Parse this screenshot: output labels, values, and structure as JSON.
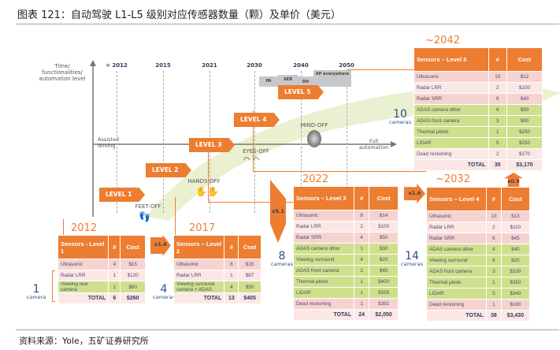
{
  "title": "图表 121：自动驾驶 L1-L5 级别对应传感器数量（颗）及单价（美元）",
  "source": "资料来源：Yole，五矿证券研究所",
  "axis": {
    "y_label": "Time/ functionalities/ automation level",
    "start": "Assisted driving",
    "end": "Full automation",
    "years": [
      "< 2012",
      "2015",
      "2021",
      "2030",
      "2040",
      "2050"
    ]
  },
  "levels": [
    "LEVEL 1",
    "LEVEL 2",
    "LEVEL 3",
    "LEVEL 4",
    "LEVEL 5"
  ],
  "features": [
    "PA",
    "AEB",
    "DH",
    "AP everywhere"
  ],
  "stages": {
    "feet": "FEET-OFF",
    "hands": "HANDS-OFF",
    "eyes": "EYES-OFF",
    "mind": "MIND-OFF"
  },
  "multipliers": [
    "x1.6",
    "x5.1",
    "x1.6",
    "x0.9"
  ],
  "cameras": [
    {
      "n": "1",
      "u": "camera"
    },
    {
      "n": "4",
      "u": "cameras"
    },
    {
      "n": "8",
      "u": "cameras"
    },
    {
      "n": "14",
      "u": "cameras"
    },
    {
      "n": "10",
      "u": "cameras"
    }
  ],
  "tables": [
    {
      "year": "2012",
      "header": [
        "Sensors - Level 1",
        "#",
        "Cost"
      ],
      "rows": [
        {
          "tone": "pink",
          "s": "Ultrasonic",
          "n": "4",
          "c": "$15"
        },
        {
          "tone": "lpink",
          "s": "Radar LRR",
          "n": "1",
          "c": "$120"
        },
        {
          "tone": "green",
          "s": "Viewing rear camera",
          "n": "1",
          "c": "$80"
        }
      ],
      "total": [
        "TOTAL",
        "6",
        "$260"
      ]
    },
    {
      "year": "2017",
      "header": [
        "Sensors – Level 2",
        "#",
        "Cost"
      ],
      "rows": [
        {
          "tone": "pink",
          "s": "Ultrasonic",
          "n": "8",
          "c": "$15"
        },
        {
          "tone": "lpink",
          "s": "Radar LRR",
          "n": "1",
          "c": "$87"
        },
        {
          "tone": "green",
          "s": "Viewing surround camera + ADAS",
          "n": "4",
          "c": "$50"
        }
      ],
      "total": [
        "TOTAL",
        "13",
        "$405"
      ]
    },
    {
      "year": "2022",
      "header": [
        "Sensors – Level 3",
        "#",
        "Cost"
      ],
      "rows": [
        {
          "tone": "pink",
          "s": "Ultrasonic",
          "n": "8",
          "c": "$14"
        },
        {
          "tone": "lpink",
          "s": "Radar LRR",
          "n": "2",
          "c": "$100"
        },
        {
          "tone": "pink",
          "s": "Radar SRR",
          "n": "4",
          "c": "$50"
        },
        {
          "tone": "green",
          "s": "ADAS camera other",
          "n": "1",
          "c": "$30"
        },
        {
          "tone": "green",
          "s": "Viewing surround",
          "n": "4",
          "c": "$20"
        },
        {
          "tone": "green",
          "s": "ADAS front camera",
          "n": "2",
          "c": "$45"
        },
        {
          "tone": "green",
          "s": "Thermal µbolo",
          "n": "1",
          "c": "$400"
        },
        {
          "tone": "green",
          "s": "LIDAR",
          "n": "1",
          "c": "$555"
        },
        {
          "tone": "pink",
          "s": "Dead reckoning",
          "n": "1",
          "c": "$382"
        }
      ],
      "total": [
        "TOTAL",
        "24",
        "$2,050"
      ]
    },
    {
      "year": "~2032",
      "header": [
        "Sensors – Level 4",
        "#",
        "Cost"
      ],
      "rows": [
        {
          "tone": "pink",
          "s": "Ultrasonic",
          "n": "10",
          "c": "$13"
        },
        {
          "tone": "lpink",
          "s": "Radar LRR",
          "n": "2",
          "c": "$110"
        },
        {
          "tone": "pink",
          "s": "Radar SRR",
          "n": "6",
          "c": "$45"
        },
        {
          "tone": "green",
          "s": "ADAS camera other",
          "n": "4",
          "c": "$40"
        },
        {
          "tone": "green",
          "s": "Viewing surround",
          "n": "6",
          "c": "$20"
        },
        {
          "tone": "green",
          "s": "ADAS front camera",
          "n": "3",
          "c": "$100"
        },
        {
          "tone": "green",
          "s": "Thermal µbolo",
          "n": "1",
          "c": "$350"
        },
        {
          "tone": "green",
          "s": "LIDAR",
          "n": "5",
          "c": "$340"
        },
        {
          "tone": "pink",
          "s": "Dead reckoning",
          "n": "1",
          "c": "$180"
        }
      ],
      "total": [
        "TOTAL",
        "38",
        "$3,430"
      ]
    },
    {
      "year": "~2042",
      "header": [
        "Sensors – Level 5",
        "#",
        "Cost"
      ],
      "rows": [
        {
          "tone": "pink",
          "s": "Ultrasonic",
          "n": "10",
          "c": "$12"
        },
        {
          "tone": "lpink",
          "s": "Radar LRR",
          "n": "2",
          "c": "$100"
        },
        {
          "tone": "pink",
          "s": "Radar SRR",
          "n": "6",
          "c": "$40"
        },
        {
          "tone": "green",
          "s": "ADAS camera other",
          "n": "6",
          "c": "$50"
        },
        {
          "tone": "green",
          "s": "ADAS front camera",
          "n": "3",
          "c": "$90"
        },
        {
          "tone": "green",
          "s": "Thermal µbolo",
          "n": "1",
          "c": "$250"
        },
        {
          "tone": "green",
          "s": "LIDAR",
          "n": "5",
          "c": "$250"
        },
        {
          "tone": "lpink",
          "s": "Dead reckoning",
          "n": "2",
          "c": "$270"
        }
      ],
      "total": [
        "TOTAL",
        "35",
        "$3,170"
      ]
    }
  ]
}
